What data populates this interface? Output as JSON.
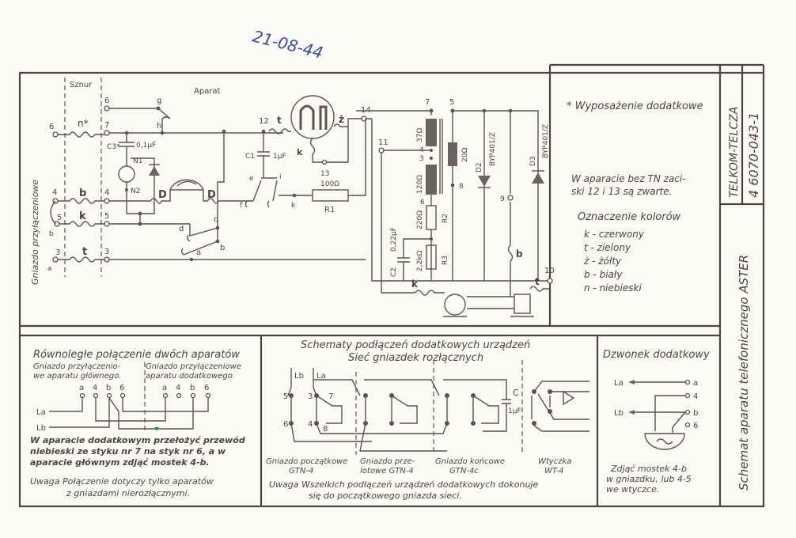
{
  "handwritten_note": "21-08-44",
  "main": {
    "sznur": "Sznur",
    "aparat": "Aparat",
    "side_label": "Gniazdo przyłączeniowe",
    "left_terminals": {
      "t6": "6",
      "t4": "4",
      "t5": "5",
      "tb": "b",
      "t3": "3",
      "ta": "a"
    },
    "cord_wires": {
      "n": "n*",
      "b": "b",
      "k": "k",
      "t": "t"
    },
    "app_terminals": {
      "t6": "6",
      "t7": "7",
      "t4": "4",
      "t5": "5",
      "t3": "3",
      "t12": "12",
      "t13": "13",
      "t14": "14",
      "t11": "11",
      "t10": "10",
      "t9": "9",
      "t8": "8",
      "tr7": "7",
      "tr5": "5",
      "tr4": "4",
      "tr3": "3",
      "tr6": "6"
    },
    "switch_labels": {
      "g": "g",
      "h": "h",
      "a": "a",
      "b": "b",
      "c": "c",
      "d": "d",
      "e": "e",
      "f": "f",
      "i": "i"
    },
    "components": {
      "c3": "C3*",
      "c3_val": "0,1µF",
      "n1": "N1",
      "n2": "N2",
      "d_left": "D",
      "d_right": "D",
      "c1": "C1",
      "c1_val": "1µF",
      "r1": "R1",
      "r1_val": "100Ω",
      "wire_t": "t",
      "wire_z": "ż",
      "wire_k": "k",
      "wire_k2": "k",
      "wire_k3": "k",
      "wire_t2": "t",
      "wire_b": "b",
      "tr_37": "37Ω",
      "tr_120": "120Ω",
      "r_20": "20Ω",
      "r2": "R2",
      "r2_val": "220Ω",
      "r3": "R3",
      "r3_val": "2,2kΩ",
      "c2": "C2",
      "c2_val": "0,22µF",
      "d2": "D2",
      "d2_type": "BYP401/Z",
      "d3": "D3",
      "d3_type": "BYP401/Z"
    }
  },
  "notes": {
    "extra_equipment": "* Wyposażenie dodatkowe",
    "tn_note_1": "W aparacie bez TN zaci-",
    "tn_note_2": "ski 12 i 13 są zwarte.",
    "colors_title": "Oznaczenie kolorów",
    "colors": [
      "k - czerwony",
      "t - zielony",
      "ż - żółty",
      "b - biały",
      "n - niebieski"
    ]
  },
  "title_block": {
    "maker": "TELKOM-TELCZA",
    "number": "4 6070-043-1",
    "title": "Schemat aparatu telefonicznego ASTER"
  },
  "parallel": {
    "title": "Równoległe połączenie dwóch aparatów",
    "left_head_1": "Gniazdo przyłączenio-",
    "left_head_2": "we aparatu głównego.",
    "right_head_1": "Gniazdo przyłączeniowe",
    "right_head_2": "aparatu dodatkowego",
    "pins_left": [
      "a",
      "4",
      "b",
      "6"
    ],
    "pins_right": [
      "a",
      "4",
      "b",
      "6"
    ],
    "la": "La",
    "lb": "Lb",
    "note_1": "W aparacie dodatkowym przełożyć przewód",
    "note_2": "niebieski ze styku nr 7 na styk nr 6, a w",
    "note_3": "aparacie głównym zdjąć mostek 4-b.",
    "warn_1": "Uwaga  Połączenie dotyczy tylko aparatów",
    "warn_2": "z gniazdami nierozłącznymi."
  },
  "connections": {
    "title_1": "Schematy podłączeń dodatkowych urządzeń",
    "title_2": "Sieć gniazdek rozłącznych",
    "lb": "Lb",
    "la": "La",
    "pins": {
      "p5": "5",
      "p6": "6",
      "p3": "3",
      "p4": "4",
      "p7": "7",
      "p8": "8"
    },
    "cap": "C",
    "cap_val": "1µF",
    "socket_1_a": "Gniazdo początkowe",
    "socket_1_b": "GTN-4",
    "socket_2_a": "Gniazdo prze-",
    "socket_2_b": "lotowe GTN-4",
    "socket_3_a": "Gniazdo końcowe",
    "socket_3_b": "GTN-4c",
    "plug_a": "Wtyczka",
    "plug_b": "WT-4",
    "warn_1": "Uwaga  Wszelkich podłączeń urządzeń dodatkowych dokonuje",
    "warn_2": "się do początkowego gniazda sieci."
  },
  "bell": {
    "title": "Dzwonek dodatkowy",
    "la": "La",
    "lb": "Lb",
    "pins": [
      "a",
      "4",
      "b",
      "6"
    ],
    "note_1": "Zdjąć mostek 4-b",
    "note_2": "w gniazdku, lub 4-5",
    "note_3": "we wtyczce."
  }
}
